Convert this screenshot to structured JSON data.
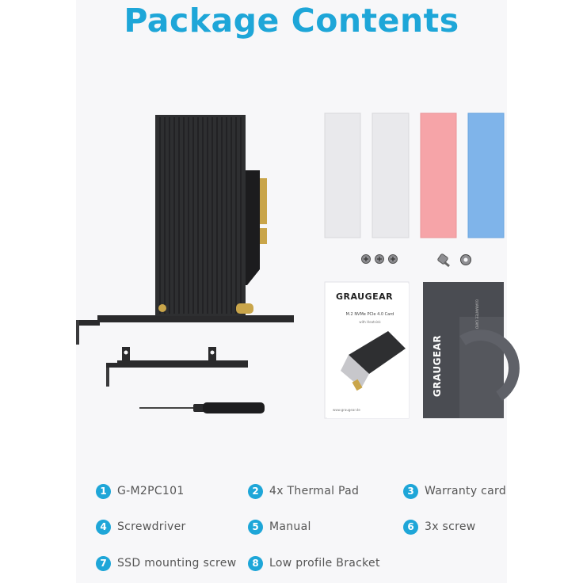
{
  "title": "Package Contents",
  "brand": "GRAUGEAR",
  "manual": {
    "brand": "GRAUGEAR",
    "heading": "M.2 NVMe PCIe 4.0 Card",
    "subheading": "with Heatsink",
    "footer": "www.graugear.de"
  },
  "warranty_card": {
    "brand": "GRAUGEAR",
    "side_text": "GUARANTEE CARD"
  },
  "thermal_pad_colors": [
    "#e9e9ec",
    "#e9e9ec",
    "#f6a4a8",
    "#7fb4ea"
  ],
  "legend": [
    {
      "num": "1",
      "label": "G-M2PC101"
    },
    {
      "num": "2",
      "label": "4x Thermal Pad"
    },
    {
      "num": "3",
      "label": "Warranty card"
    },
    {
      "num": "4",
      "label": "Screwdriver"
    },
    {
      "num": "5",
      "label": "Manual"
    },
    {
      "num": "6",
      "label": "3x screw"
    },
    {
      "num": "7",
      "label": "SSD mounting screw"
    },
    {
      "num": "8",
      "label": "Low profile Bracket"
    }
  ],
  "colors": {
    "accent": "#1ea6d8",
    "text": "#555555"
  }
}
